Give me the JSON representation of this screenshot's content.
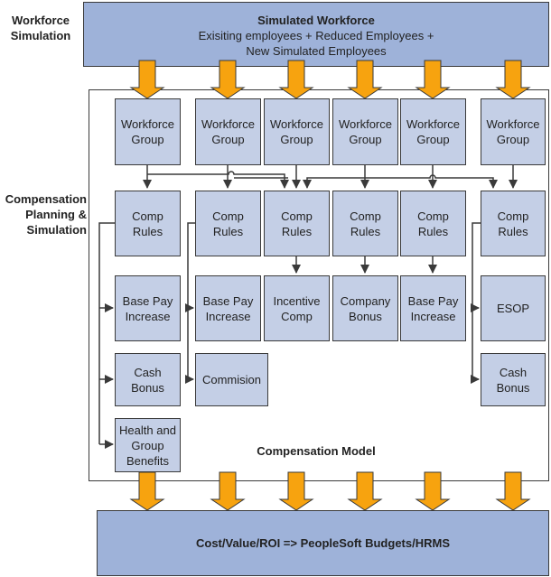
{
  "side_labels": {
    "workforce_simulation": "Workforce\nSimulation",
    "compensation_planning": "Compensation\nPlanning &\nSimulation"
  },
  "top_box": {
    "title": "Simulated Workforce",
    "line1": "Exisiting employees + Reduced Employees +",
    "line2": "New Simulated Employees"
  },
  "compensation_model_label": "Compensation Model",
  "bottom_box": {
    "text": "Cost/Value/ROI => PeopleSoft Budgets/HRMS"
  },
  "workforce_groups": [
    "Workforce\nGroup",
    "Workforce\nGroup",
    "Workforce\nGroup",
    "Workforce\nGroup",
    "Workforce\nGroup",
    "Workforce\nGroup"
  ],
  "comp_rules": [
    "Comp\nRules",
    "Comp\nRules",
    "Comp\nRules",
    "Comp\nRules",
    "Comp\nRules",
    "Comp\nRules"
  ],
  "components": {
    "col1": [
      "Base Pay\nIncrease",
      "Cash\nBonus",
      "Health and\nGroup\nBenefits"
    ],
    "col2": [
      "Base Pay\nIncrease",
      "Commision"
    ],
    "col3": [
      "Incentive\nComp"
    ],
    "col4": [
      "Company\nBonus"
    ],
    "col5": [
      "Base Pay\nIncrease"
    ],
    "col6": [
      "ESOP",
      "Cash\nBonus"
    ]
  },
  "colors": {
    "box_fill": "#c4cfe6",
    "big_box_fill": "#9eb2d9",
    "arrow_fill": "#f7a30f",
    "line": "#3a3a3a"
  }
}
